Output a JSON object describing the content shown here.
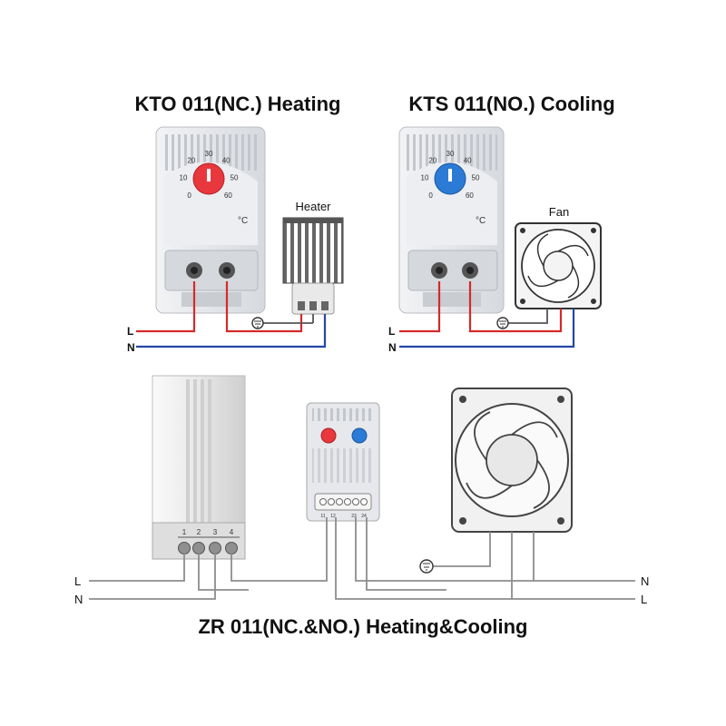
{
  "titles": {
    "kto": "KTO 011(NC.) Heating",
    "kts": "KTS 011(NO.) Cooling",
    "zr": "ZR 011(NC.&NO.) Heating&Cooling"
  },
  "devices": {
    "heater": "Heater",
    "fan": "Fan"
  },
  "wire_labels": {
    "L": "L",
    "N": "N"
  },
  "dial_scale": {
    "kto": [
      "0",
      "10",
      "20",
      "30",
      "40",
      "50",
      "60"
    ],
    "kts": [
      "0",
      "10",
      "20",
      "30",
      "40",
      "50",
      "60"
    ],
    "unit": "°C"
  },
  "heater_terminals": [
    "1",
    "2",
    "3",
    "4"
  ],
  "zr_terminals": [
    "11",
    "12",
    "23",
    "24"
  ],
  "colors": {
    "live": "#d42a2a",
    "neutral": "#2448a8",
    "heat_knob": "#e8383d",
    "cool_knob": "#2b7bd6",
    "housing": "#e4e6ea",
    "wire_gray": "#8d8d8d"
  }
}
